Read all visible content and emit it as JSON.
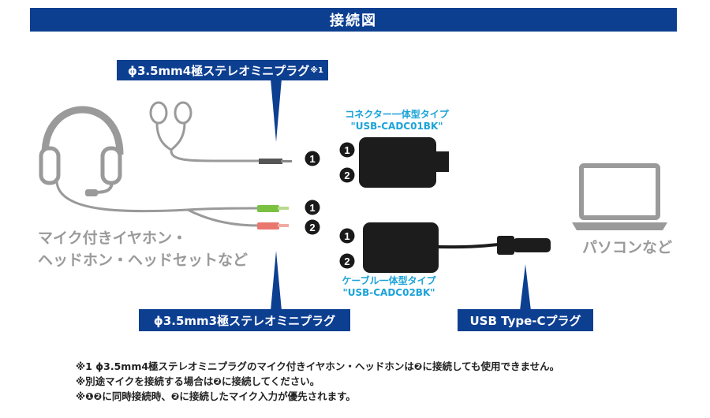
{
  "title": "接続図",
  "callouts": {
    "four_pole": "ϕ3.5mm4極ステレオミニプラグ",
    "four_pole_ref": "※1",
    "three_pole": "ϕ3.5mm3極ステレオミニプラグ",
    "usb_c": "USB Type-Cプラグ"
  },
  "labels": {
    "headset_line1": "マイク付きイヤホン・",
    "headset_line2": "ヘッドホン・ヘッドセットなど",
    "pc": "パソコンなど"
  },
  "products": {
    "connector_type": "コネクター一体型タイプ",
    "connector_model": "\"USB-CADC01BK\"",
    "cable_type": "ケーブル一体型タイプ",
    "cable_model": "\"USB-CADC02BK\""
  },
  "port_numbers": {
    "one": "1",
    "two": "2"
  },
  "notes": [
    "※1  ϕ3.5mm4極ステレオミニプラグのマイク付きイヤホン・ヘッドホンは❷に接続しても使用できません。",
    "※別途マイクを接続する場合は❷に接続してください。",
    "※❶❷に同時接続時、❷に接続したマイク入力が優先されます。"
  ],
  "colors": {
    "brand_navy": "#0d3f91",
    "product_cyan": "#1aa3d8",
    "plug_green": "#7ac142",
    "plug_pink": "#e9776e",
    "device_gray": "#9a9a9a"
  }
}
